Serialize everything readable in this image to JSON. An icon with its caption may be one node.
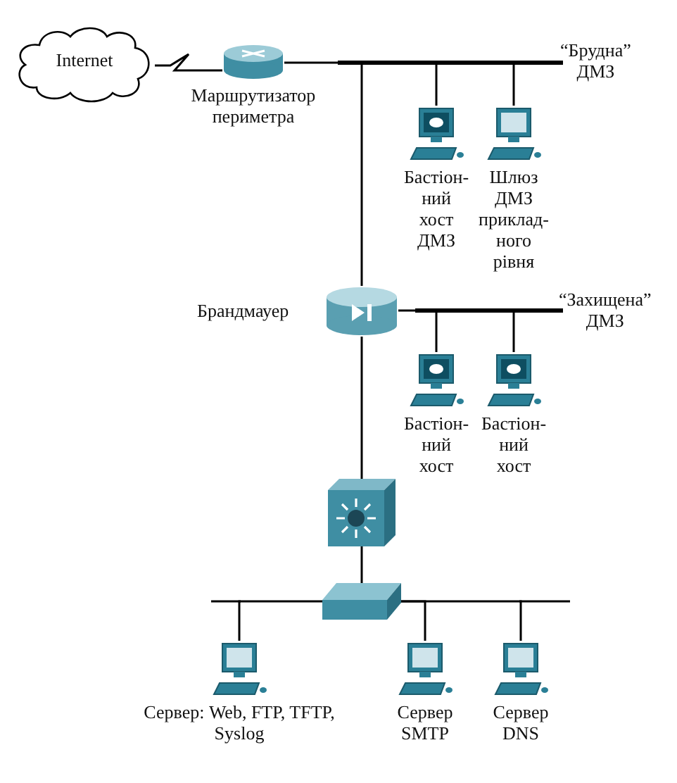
{
  "diagram": {
    "nodes": [
      {
        "text": [
          "Internet"
        ]
      },
      {
        "text": [
          "Маршрутизатор периметра"
        ]
      },
      {
        "text": [],
        "shape": "bar",
        "beside": [
          "“Брудна” ДМЗ"
        ]
      },
      {
        "text": [
          "Бастіон- ний хост ДМЗ"
        ]
      },
      {
        "text": [
          "Шлюз ДМЗ приклад- ного рівня"
        ]
      },
      {
        "text": [
          "Брандмауер"
        ]
      },
      {
        "text": [],
        "shape": "bar",
        "beside": [
          "“Захищена” ДМЗ"
        ]
      },
      {
        "text": [
          "Бастіон- ний хост"
        ]
      },
      {
        "text": [
          "Бастіон- ний хост"
        ]
      },
      {
        "text": [],
        "shape": "box"
      },
      {
        "text": [],
        "shape": "box"
      },
      {
        "text": [
          "Сервер: Web, FTP, TFTP, Syslog"
        ]
      },
      {
        "text": [
          "Сервер SMTP"
        ]
      },
      {
        "text": [
          "Сервер DNS"
        ]
      }
    ],
    "edges": [
      {
        "from": 0,
        "to": 1,
        "arrow": "none"
      },
      {
        "from": 1,
        "to": 2,
        "arrow": "none"
      },
      {
        "from": 2,
        "to": 3,
        "arrow": "none"
      },
      {
        "from": 2,
        "to": 4,
        "arrow": "none"
      },
      {
        "from": 2,
        "to": 5,
        "arrow": "none"
      },
      {
        "from": 5,
        "to": 6,
        "arrow": "none"
      },
      {
        "from": 6,
        "to": 7,
        "arrow": "none"
      },
      {
        "from": 6,
        "to": 8,
        "arrow": "none"
      },
      {
        "from": 5,
        "to": 9,
        "arrow": "none"
      },
      {
        "from": 9,
        "to": 10,
        "arrow": "none"
      },
      {
        "from": 10,
        "to": 11,
        "arrow": "none"
      },
      {
        "from": 10,
        "to": 12,
        "arrow": "none"
      },
      {
        "from": 10,
        "to": 13,
        "arrow": "none"
      }
    ]
  }
}
